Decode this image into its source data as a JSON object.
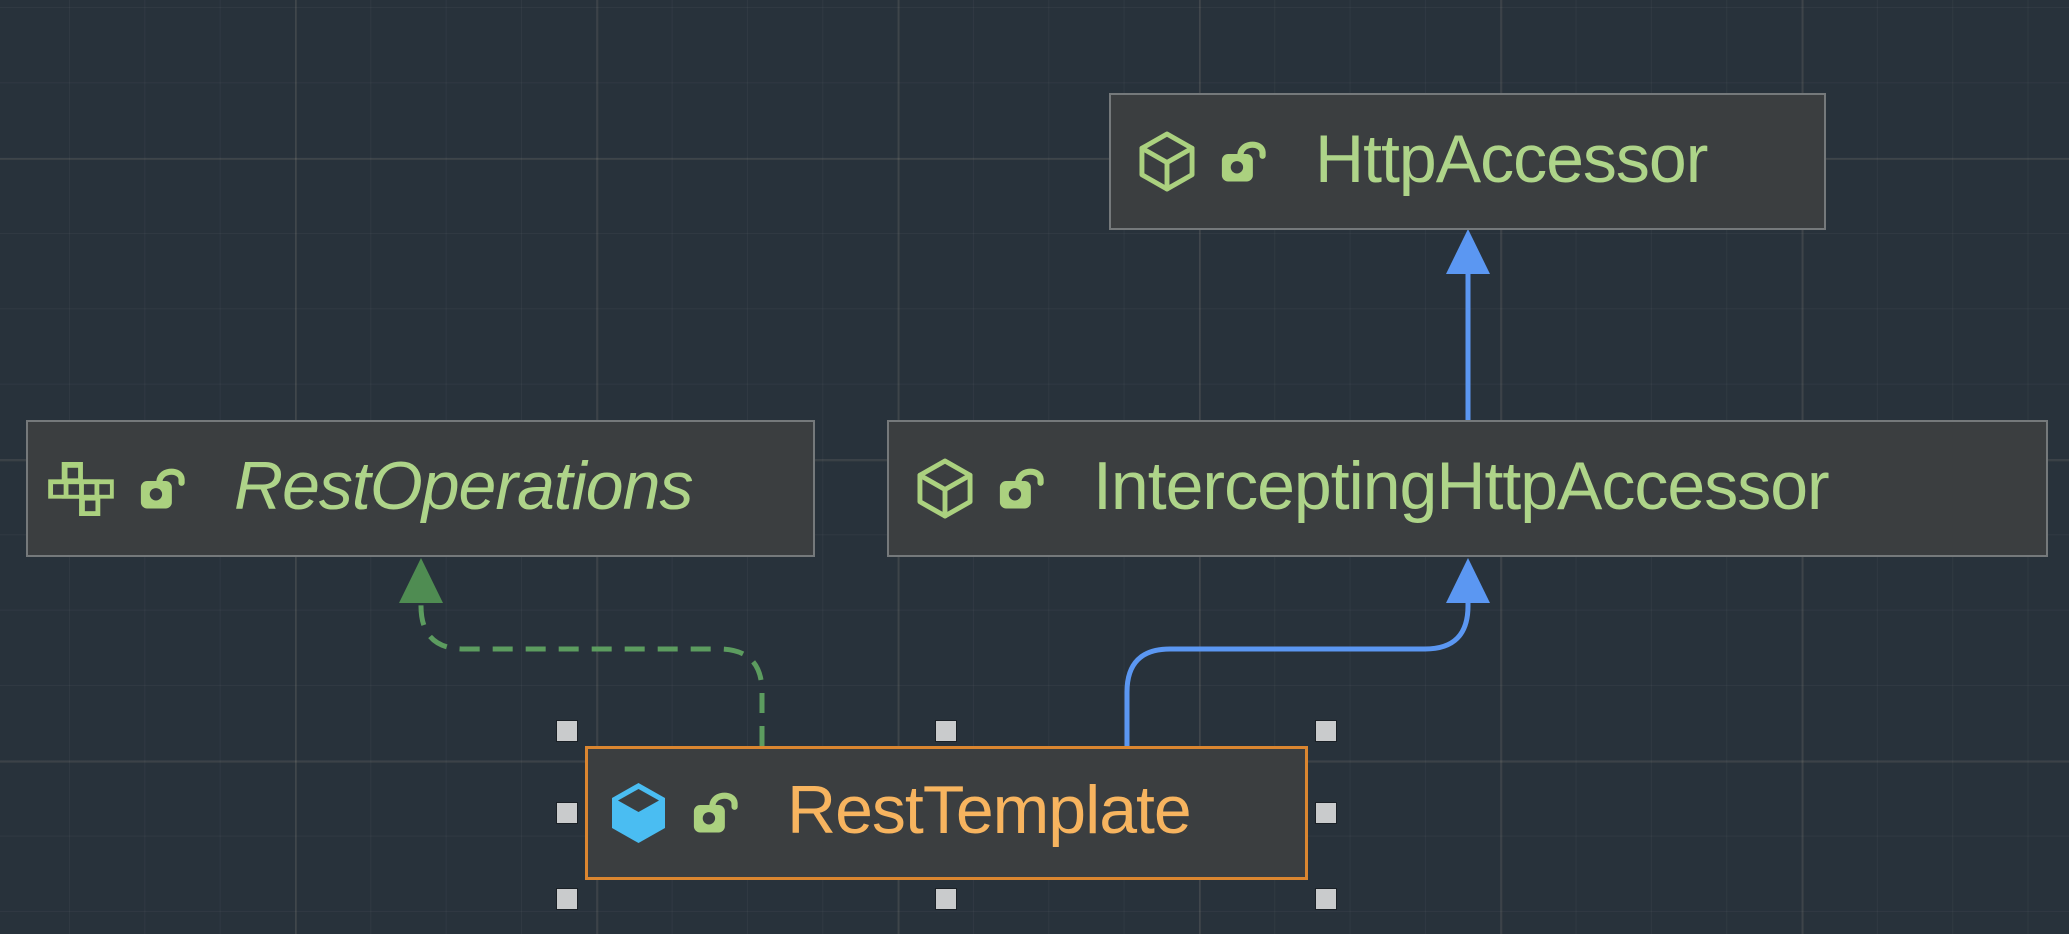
{
  "diagram": {
    "kind": "uml-class-diagram",
    "nodes": [
      {
        "id": "http-accessor",
        "label": "HttpAccessor",
        "stereotype": "abstract-class",
        "modifier_icon": "unlocked-padlock",
        "selected": false
      },
      {
        "id": "rest-operations",
        "label": "RestOperations",
        "stereotype": "interface",
        "modifier_icon": "unlocked-padlock",
        "selected": false
      },
      {
        "id": "intercepting-http-accessor",
        "label": "InterceptingHttpAccessor",
        "stereotype": "abstract-class",
        "modifier_icon": "unlocked-padlock",
        "selected": false
      },
      {
        "id": "rest-template",
        "label": "RestTemplate",
        "stereotype": "class",
        "modifier_icon": "unlocked-padlock",
        "selected": true
      }
    ],
    "edges": [
      {
        "from": "InterceptingHttpAccessor",
        "to": "HttpAccessor",
        "type": "extends",
        "line_style": "solid",
        "color": "#5B97F2"
      },
      {
        "from": "RestTemplate",
        "to": "InterceptingHttpAccessor",
        "type": "extends",
        "line_style": "solid",
        "color": "#5B97F2"
      },
      {
        "from": "RestTemplate",
        "to": "RestOperations",
        "type": "implements",
        "line_style": "dashed",
        "color": "#5C9C5F",
        "head_color": "#4F8C52"
      }
    ],
    "colors": {
      "canvas_bg": "#28323B",
      "node_bg": "#3B3E40",
      "node_border": "#75797B",
      "selection_border": "#DB8630",
      "selection_handle": "#C9CBCC",
      "class_icon_blue": "#4ABDF2",
      "icon_green": "#ABD17F",
      "text_green": "#AED489",
      "text_orange": "#F7B45F",
      "edge_blue": "#5B97F2",
      "edge_green": "#5C9C5F"
    }
  }
}
